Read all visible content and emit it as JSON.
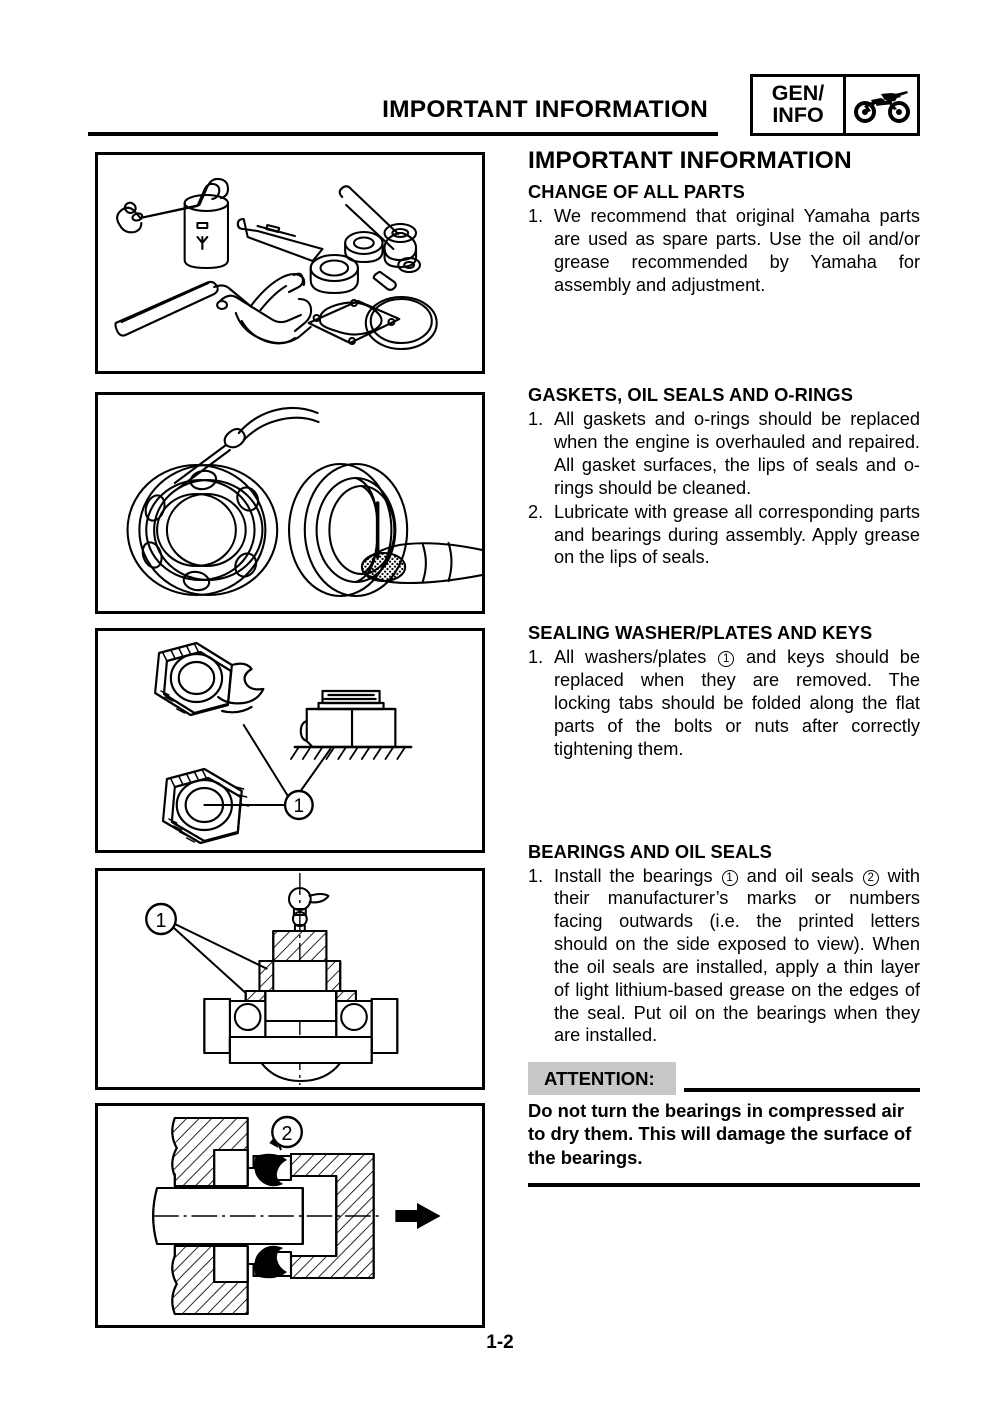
{
  "header": {
    "title": "IMPORTANT INFORMATION",
    "tab_line1": "GEN/",
    "tab_line2": "INFO",
    "tab_icon": "motorcycle-icon"
  },
  "document": {
    "title": "IMPORTANT INFORMATION",
    "page_number": "1-2"
  },
  "sections": [
    {
      "heading": "CHANGE OF ALL PARTS",
      "items": [
        {
          "number": "1.",
          "text": "We recommend that original Yamaha parts are used as spare parts. Use the oil and/or grease recommended by Yamaha for assembly and adjustment."
        }
      ]
    },
    {
      "heading": "GASKETS, OIL SEALS AND O-RINGS",
      "items": [
        {
          "number": "1.",
          "text": "All gaskets and o-rings should be replaced when the engine is overhauled and repaired. All gasket surfaces, the lips of seals and o-rings should be cleaned."
        },
        {
          "number": "2.",
          "text": "Lubricate with grease all corresponding parts and bearings during assembly. Apply grease on the lips of seals."
        }
      ]
    },
    {
      "heading": "SEALING WASHER/PLATES AND KEYS",
      "items": [
        {
          "number": "1.",
          "text_before": "All washers/plates",
          "callout": "1",
          "text_after": "and keys should be replaced when they are removed. The locking tabs should be folded along the flat parts of the bolts or nuts after correctly tightening them."
        }
      ]
    },
    {
      "heading": "BEARINGS AND OIL SEALS",
      "items": [
        {
          "number": "1.",
          "text_before": "Install the bearings",
          "callout": "1",
          "text_middle": "and oil seals",
          "callout2": "2",
          "text_after": "with their manufacturer’s marks or numbers facing outwards (i.e. the printed letters should on the side exposed to view). When the oil seals are installed, apply a thin layer of light lithium-based grease on the edges of the seal. Put oil on the bearings when they are installed."
        }
      ]
    }
  ],
  "attention": {
    "label": "ATTENTION:",
    "body": "Do not turn the bearings in compressed air to dry them. This will damage the surface of the bearings."
  },
  "figures": [
    {
      "name": "special-tools-and-parts",
      "callouts": []
    },
    {
      "name": "bearing-lubrication-and-seal-greasing",
      "callouts": []
    },
    {
      "name": "lock-washers-and-nut",
      "callouts": [
        "1"
      ]
    },
    {
      "name": "bearing-installation-cross-section",
      "callouts": [
        "1"
      ]
    },
    {
      "name": "oil-seal-installation-cross-section",
      "callouts": [
        "2"
      ]
    }
  ],
  "colors": {
    "ink": "#000000",
    "attention_tag_bg": "#c8c8c8",
    "paper": "#ffffff"
  }
}
